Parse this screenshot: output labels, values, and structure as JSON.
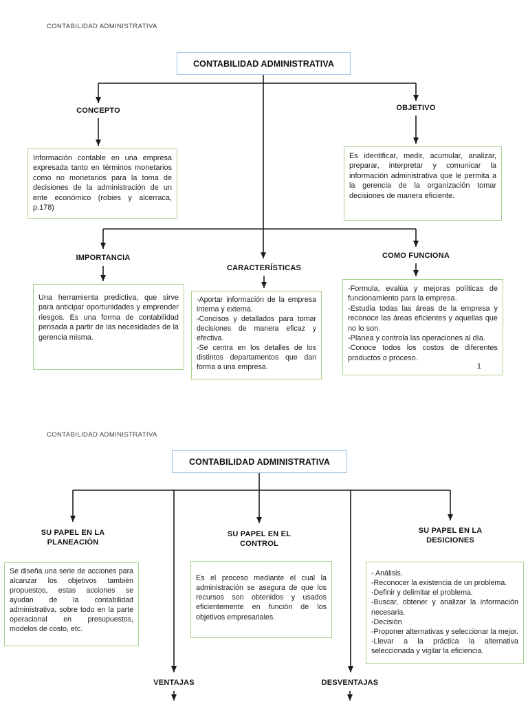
{
  "colors": {
    "root_box_border": "#9DC3E6",
    "content_box_border": "#A9D18E",
    "connector_line": "#1a1a1a"
  },
  "page1": {
    "header": "CONTABILIDAD ADMINISTRATIVA",
    "root_title": "CONTABILIDAD ADMINISTRATIVA",
    "page_number": "1",
    "nodes": {
      "concepto": {
        "label": "CONCEPTO",
        "text": "Información contable en una empresa expresada tanto en términos monetarios como no monetarios para la toma de decisiones de la administración de un ente económico (robies y alcerraca, p.178)"
      },
      "objetivo": {
        "label": "OBJETIVO",
        "text": "Es identificar, medir, acumular, analizar, preparar, interpretar y comunicar la información administrativa que le permita a la gerencia de la organización tomar decisiones de manera eficiente."
      },
      "importancia": {
        "label": "IMPORTANCIA",
        "text": "Una herramienta predictiva, que sirve para anticipar oportunidades y emprender riesgos. Es una forma de contabilidad pensada a partir de las necesidades de la gerencia misma."
      },
      "caracteristicas": {
        "label": "CARACTERÍSTICAS",
        "text": "-Aportar información de la empresa interna y externa.\n-Concisos y detallados para tomar decisiones de manera eficaz y efectiva.\n-Se centra en los detalles de los distintos departamentos que dan forma a una empresa."
      },
      "como_funciona": {
        "label": "COMO FUNCIONA",
        "text": "-Formula, evalúa y mejoras políticas de funcionamiento para la empresa.\n-Estudia todas las áreas de la empresa y reconoce las áreas eficientes y aquellas que no lo son.\n-Planea y controla las operaciones al día.\n-Conoce todos los costos de diferentes productos o proceso."
      }
    }
  },
  "page2": {
    "header": "CONTABILIDAD ADMINISTRATIVA",
    "root_title": "CONTABILIDAD ADMINISTRATIVA",
    "nodes": {
      "planeacion": {
        "label": "SU PAPEL EN LA\nPLANEACIÓN",
        "text": "Se diseña una serie de acciones para alcanzar los objetivos también propuestos, estas acciones se ayudan de la contabilidad administrativa, sobre todo en la parte operacional en presupuestos, modelos de costo, etc."
      },
      "control": {
        "label": "SU PAPEL EN EL\nCONTROL",
        "text": "Es el proceso mediante el cual la administración se asegura de que los recursos son obtenidos y usados eficientemente en función de los objetivos empresariales."
      },
      "desiciones": {
        "label": "SU PAPEL EN LA\nDESICIONES",
        "text": "- Análisis.\n-Reconocer la existencia de un problema.\n-Definir y delimitar el problema.\n-Buscar, obtener y analizar la información necesaria.\n-Decisión\n-Proponer alternativas y seleccionar la mejor.\n-Llevar a la práctica la alternativa seleccionada y vigilar la eficiencia."
      },
      "ventajas": {
        "label": "VENTAJAS"
      },
      "desventajas": {
        "label": "DESVENTAJAS"
      }
    }
  }
}
